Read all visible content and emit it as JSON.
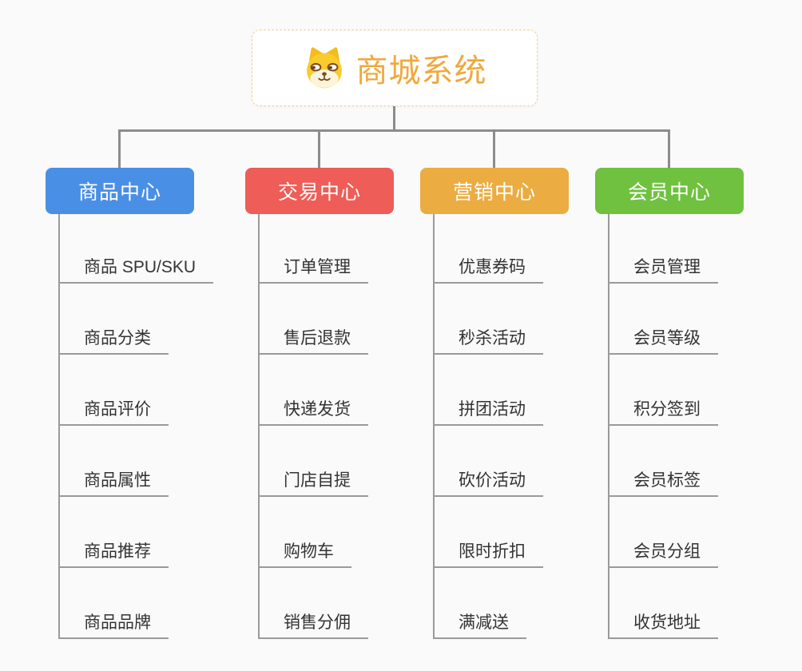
{
  "root": {
    "title": "商城系统",
    "icon": "dog-face-icon",
    "title_color": "#F0A83C",
    "border_color": "#F3CD8F"
  },
  "branches": [
    {
      "label": "商品中心",
      "color": "#4A8FE6",
      "children": [
        "商品 SPU/SKU",
        "商品分类",
        "商品评价",
        "商品属性",
        "商品推荐",
        "商品品牌"
      ]
    },
    {
      "label": "交易中心",
      "color": "#EE5D57",
      "children": [
        "订单管理",
        "售后退款",
        "快递发货",
        "门店自提",
        "购物车",
        "销售分佣"
      ]
    },
    {
      "label": "营销中心",
      "color": "#EBAC41",
      "children": [
        "优惠券码",
        "秒杀活动",
        "拼团活动",
        "砍价活动",
        "限时折扣",
        "满减送"
      ]
    },
    {
      "label": "会员中心",
      "color": "#6FC13F",
      "children": [
        "会员管理",
        "会员等级",
        "积分签到",
        "会员标签",
        "会员分组",
        "收货地址"
      ]
    }
  ],
  "colors": {
    "connector": "#8C8C8C",
    "child_line": "#9A9A9A",
    "background": "#FAFAFA",
    "child_text": "#333333"
  }
}
